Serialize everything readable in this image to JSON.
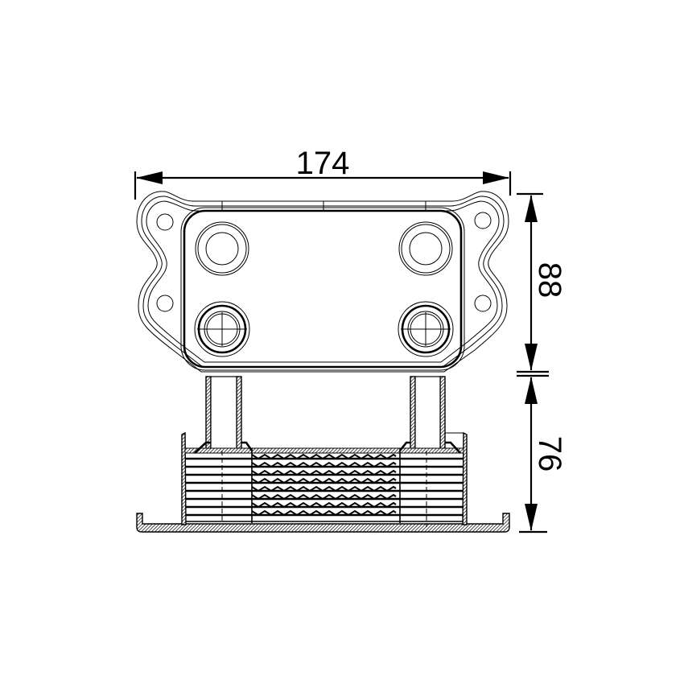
{
  "drawing": {
    "title": "Oil cooler technical drawing",
    "views": [
      "top-view",
      "side-view"
    ],
    "line_color": "#000000",
    "background": "#ffffff"
  },
  "dimensions": {
    "width": {
      "label": "174",
      "orientation": "horizontal"
    },
    "depth": {
      "label": "88",
      "orientation": "vertical"
    },
    "height": {
      "label": "76",
      "orientation": "vertical"
    }
  }
}
